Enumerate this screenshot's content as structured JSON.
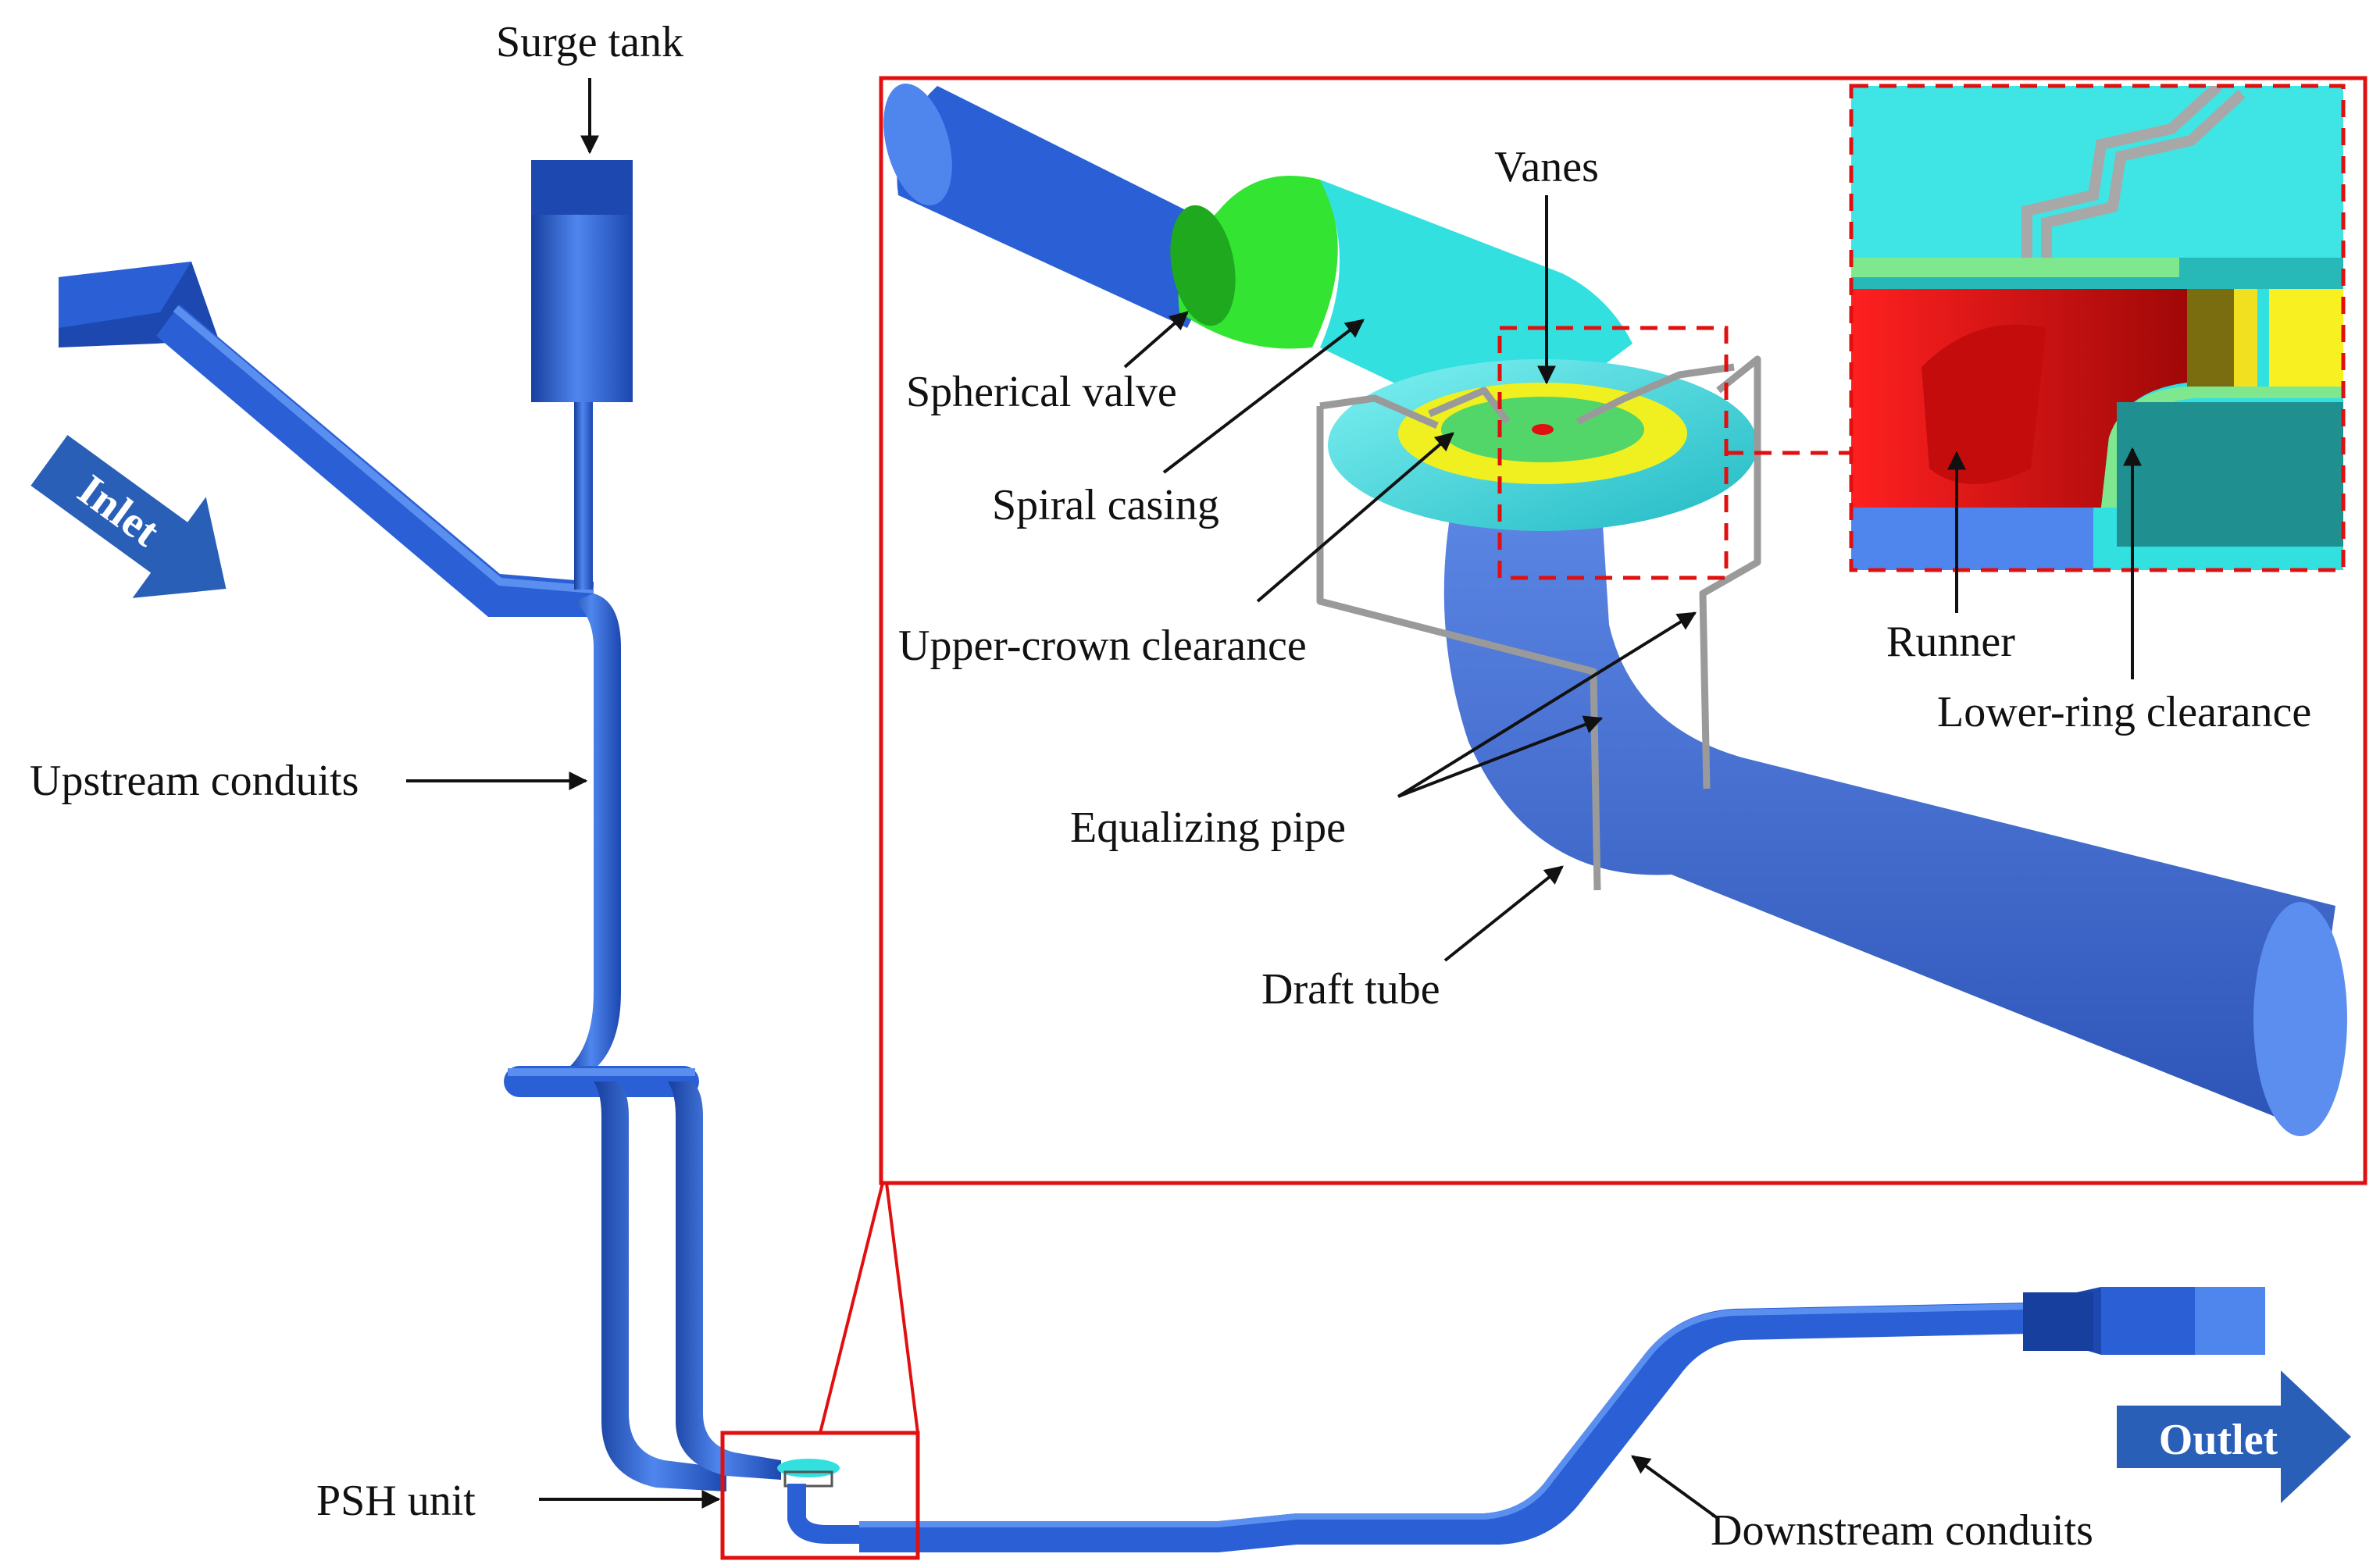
{
  "labels": {
    "surge_tank": "Surge tank",
    "upstream_conduits": "Upstream conduits",
    "psh_unit": "PSH unit",
    "downstream_conduits": "Downstream conduits",
    "inlet": "Inlet",
    "outlet": "Outlet",
    "vanes": "Vanes",
    "spherical_valve": "Spherical valve",
    "spiral_casing": "Spiral casing",
    "upper_crown_clearance": "Upper-crown clearance",
    "equalizing_pipe": "Equalizing pipe",
    "draft_tube": "Draft tube",
    "runner": "Runner",
    "lower_ring_clearance": "Lower-ring clearance"
  },
  "colors": {
    "conduit": "#2a5fd6",
    "conduit_light": "#4f86ee",
    "conduit_dark": "#173f9e",
    "highlight": "#e01010",
    "casing": "#33e0e0",
    "valve": "#33e433",
    "vanes": "#f0f020",
    "runner": "#e01010",
    "pipe_grey": "#9a9a9a",
    "arrow_fill": "#2a5fb8"
  }
}
